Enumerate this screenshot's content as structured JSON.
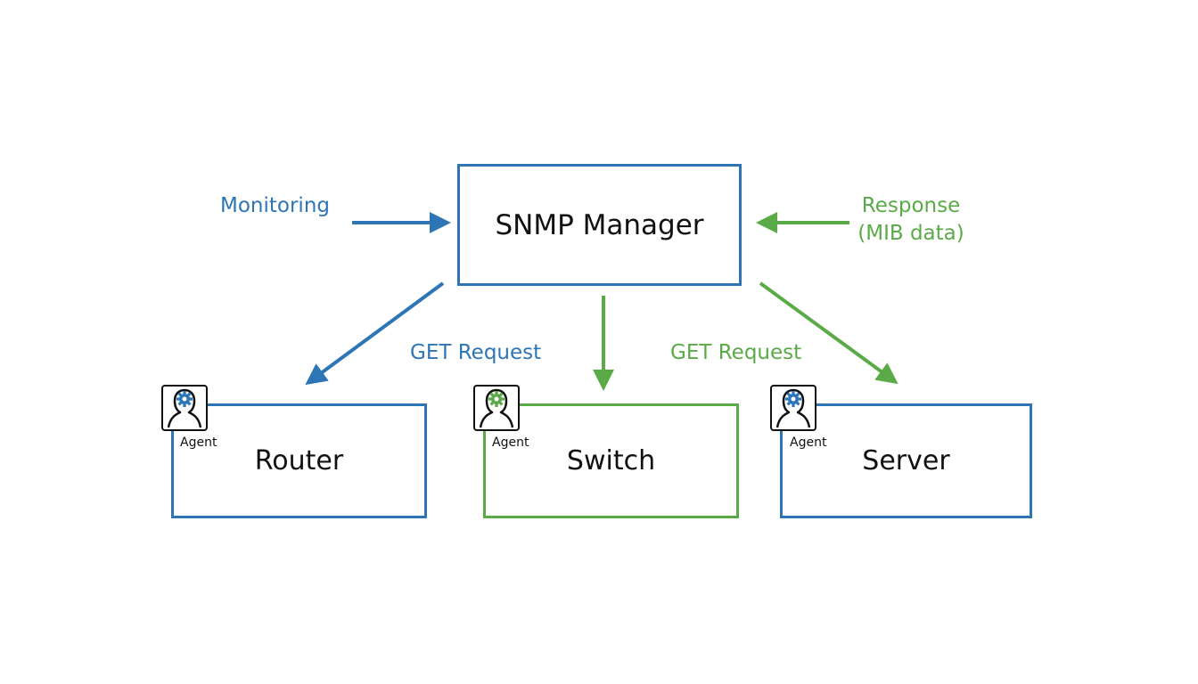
{
  "manager": {
    "title": "SNMP Manager"
  },
  "devices": [
    {
      "name": "Router",
      "agent_label": "Agent"
    },
    {
      "name": "Switch",
      "agent_label": "Agent"
    },
    {
      "name": "Server",
      "agent_label": "Agent"
    }
  ],
  "labels": {
    "monitoring": "Monitoring",
    "response_line1": "Response",
    "response_line2": "(MIB data)",
    "get_request_left": "GET Request",
    "get_request_right": "GET Request"
  },
  "colors": {
    "blue": "#2e75b6",
    "green": "#5aab47"
  },
  "icons": {
    "agent": "agent-person-gear-icon"
  }
}
